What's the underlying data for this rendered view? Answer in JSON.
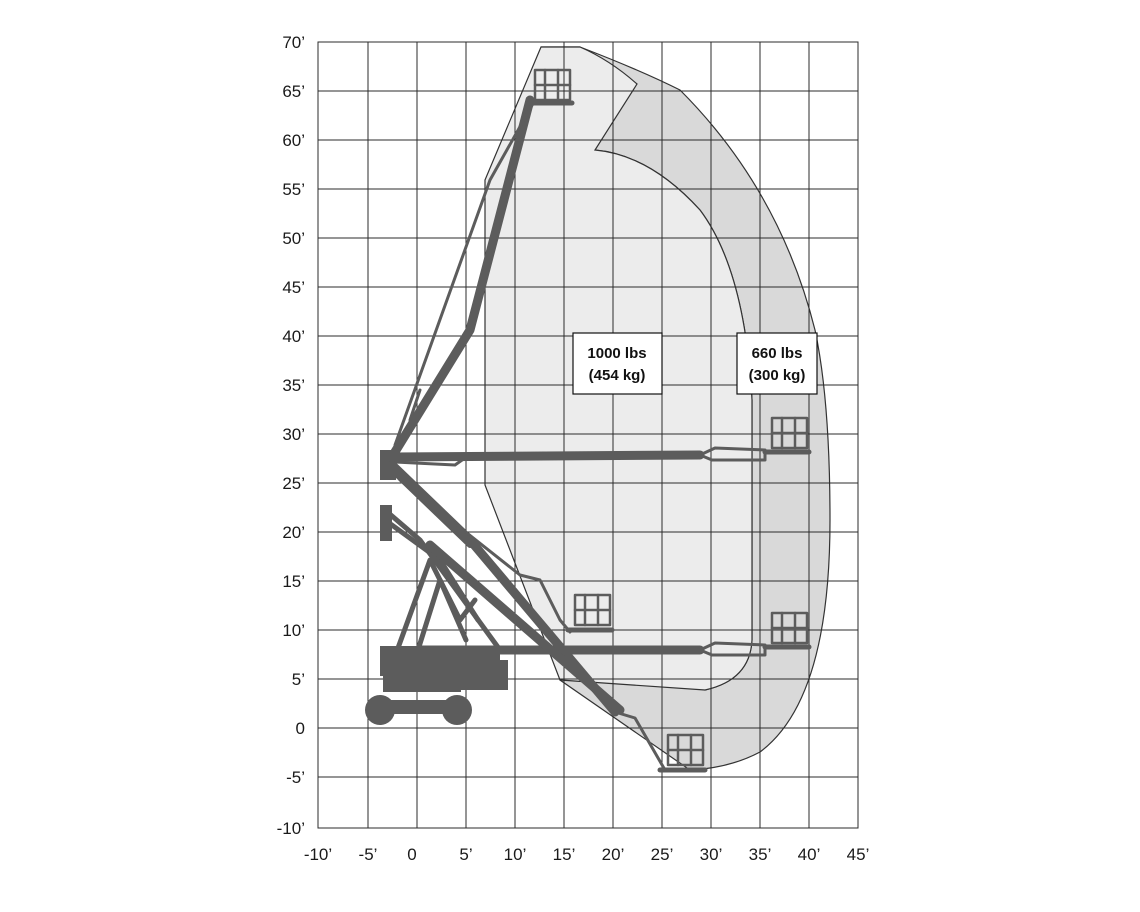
{
  "grid": {
    "x_ticks": [
      "-10’",
      "-5’",
      "0",
      "5’",
      "10’",
      "15’",
      "20’",
      "25’",
      "30’",
      "35’",
      "40’",
      "45’"
    ],
    "y_ticks": [
      "70’",
      "65’",
      "60’",
      "55’",
      "50’",
      "45’",
      "40’",
      "35’",
      "30’",
      "25’",
      "20’",
      "15’",
      "10’",
      "5’",
      "0",
      "-5’",
      "-10’"
    ]
  },
  "zones": [
    {
      "id": "inner",
      "line1": "1000 lbs",
      "line2": "(454 kg)",
      "fill": "#ececec"
    },
    {
      "id": "outer",
      "line1": "660 lbs",
      "line2": "(300 kg)",
      "fill": "#dadada"
    }
  ],
  "colors": {
    "machine": "#5c5c5c",
    "grid": "#2b2b2b",
    "outline": "#333333"
  }
}
